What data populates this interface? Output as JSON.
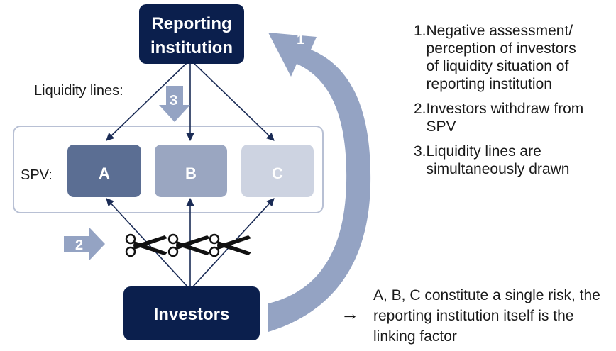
{
  "diagram": {
    "reporting_institution": {
      "line1": "Reporting",
      "line2": "institution"
    },
    "investors_label": "Investors",
    "spv_label": "SPV:",
    "liquidity_lines_label": "Liquidity lines:",
    "spv_boxes": [
      {
        "label": "A",
        "color": "#5b6e93"
      },
      {
        "label": "B",
        "color": "#9aa6c1"
      },
      {
        "label": "C",
        "color": "#cdd3e1"
      }
    ],
    "step_markers": {
      "one": "1",
      "two": "2",
      "three": "3"
    },
    "scissors_icon": "scissors-icon",
    "colors": {
      "dark_box": "#0b1f4d",
      "arrow_fill": "#94a3c3",
      "spv_border": "#b8c0d4",
      "line": "#1a2b55"
    }
  },
  "legend": {
    "items": [
      {
        "num": "1.",
        "text": "Negative assessment/ perception of investors of liquidity situation of reporting institution"
      },
      {
        "num": "2.",
        "text": "Investors withdraw from SPV"
      },
      {
        "num": "3.",
        "text": "Liquidity lines are simultaneously drawn"
      }
    ]
  },
  "note": {
    "arrow_symbol": "→",
    "text": "A, B, C constitute a single risk, the reporting institution itself is the linking factor"
  }
}
